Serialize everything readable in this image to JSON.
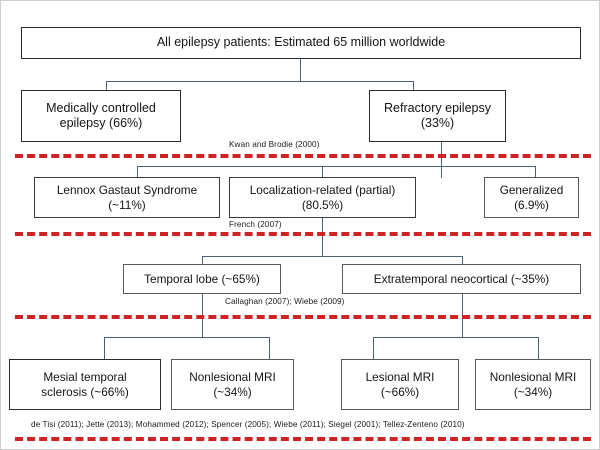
{
  "figure": {
    "kind": "flowchart",
    "title_box": {
      "label": "All epilepsy patients: Estimated 65 million worldwide"
    },
    "levels": [
      {
        "name": "treatment-response",
        "nodes": [
          {
            "id": "medically-controlled",
            "line1": "Medically controlled",
            "line2": "epilepsy (66%)",
            "value": "66%"
          },
          {
            "id": "refractory-epilepsy",
            "line1": "Refractory epilepsy",
            "line2": "(33%)",
            "value": "33%"
          }
        ],
        "citation": "Kwan and Brodie (2000)"
      },
      {
        "name": "epilepsy-type",
        "nodes": [
          {
            "id": "lennox-gastaut-syndrome",
            "line1": "Lennox Gastaut Syndrome",
            "line2": "(~11%)",
            "value": "~11%"
          },
          {
            "id": "localization-related-partial",
            "line1": "Localization-related (partial)",
            "line2": "(80.5%)",
            "value": "80.5%"
          },
          {
            "id": "generalized",
            "line1": "Generalized",
            "line2": "(6.9%)",
            "value": "6.9%"
          }
        ],
        "citation": "French (2007)"
      },
      {
        "name": "localization",
        "nodes": [
          {
            "id": "temporal-lobe",
            "line1": "Temporal lobe (~65%)",
            "line2": "",
            "value": "~65%"
          },
          {
            "id": "extratemporal-neocortical",
            "line1": "Extratemporal neocortical (~35%)",
            "line2": "",
            "value": "~35%"
          }
        ],
        "citation": "Callaghan (2007); Wiebe (2009)"
      },
      {
        "name": "mri-findings",
        "nodes": [
          {
            "id": "mesial-temporal-sclerosis",
            "line1": "Mesial temporal",
            "line2": "sclerosis (~66%)",
            "value": "~66%"
          },
          {
            "id": "nonlesional-mri-temporal",
            "line1": "Nonlesional MRI",
            "line2": "(~34%)",
            "value": "~34%"
          },
          {
            "id": "lesional-mri",
            "line1": "Lesional MRI",
            "line2": "(~66%)",
            "value": "~66%"
          },
          {
            "id": "nonlesional-mri-extratemporal",
            "line1": "Nonlesional MRI",
            "line2": "(~34%)",
            "value": "~34%"
          }
        ],
        "citation": "de Tisi (2011); Jette (2013); Mohammed (2012); Spencer (2005); Wiebe (2011); Siegel (2001); Tellez-Zenteno (2010)"
      }
    ],
    "colors": {
      "separator": "#cf2222",
      "connector": "#4b6177",
      "box_border": "#2b2b2b",
      "background": "#ffffff",
      "text": "#141414"
    }
  }
}
